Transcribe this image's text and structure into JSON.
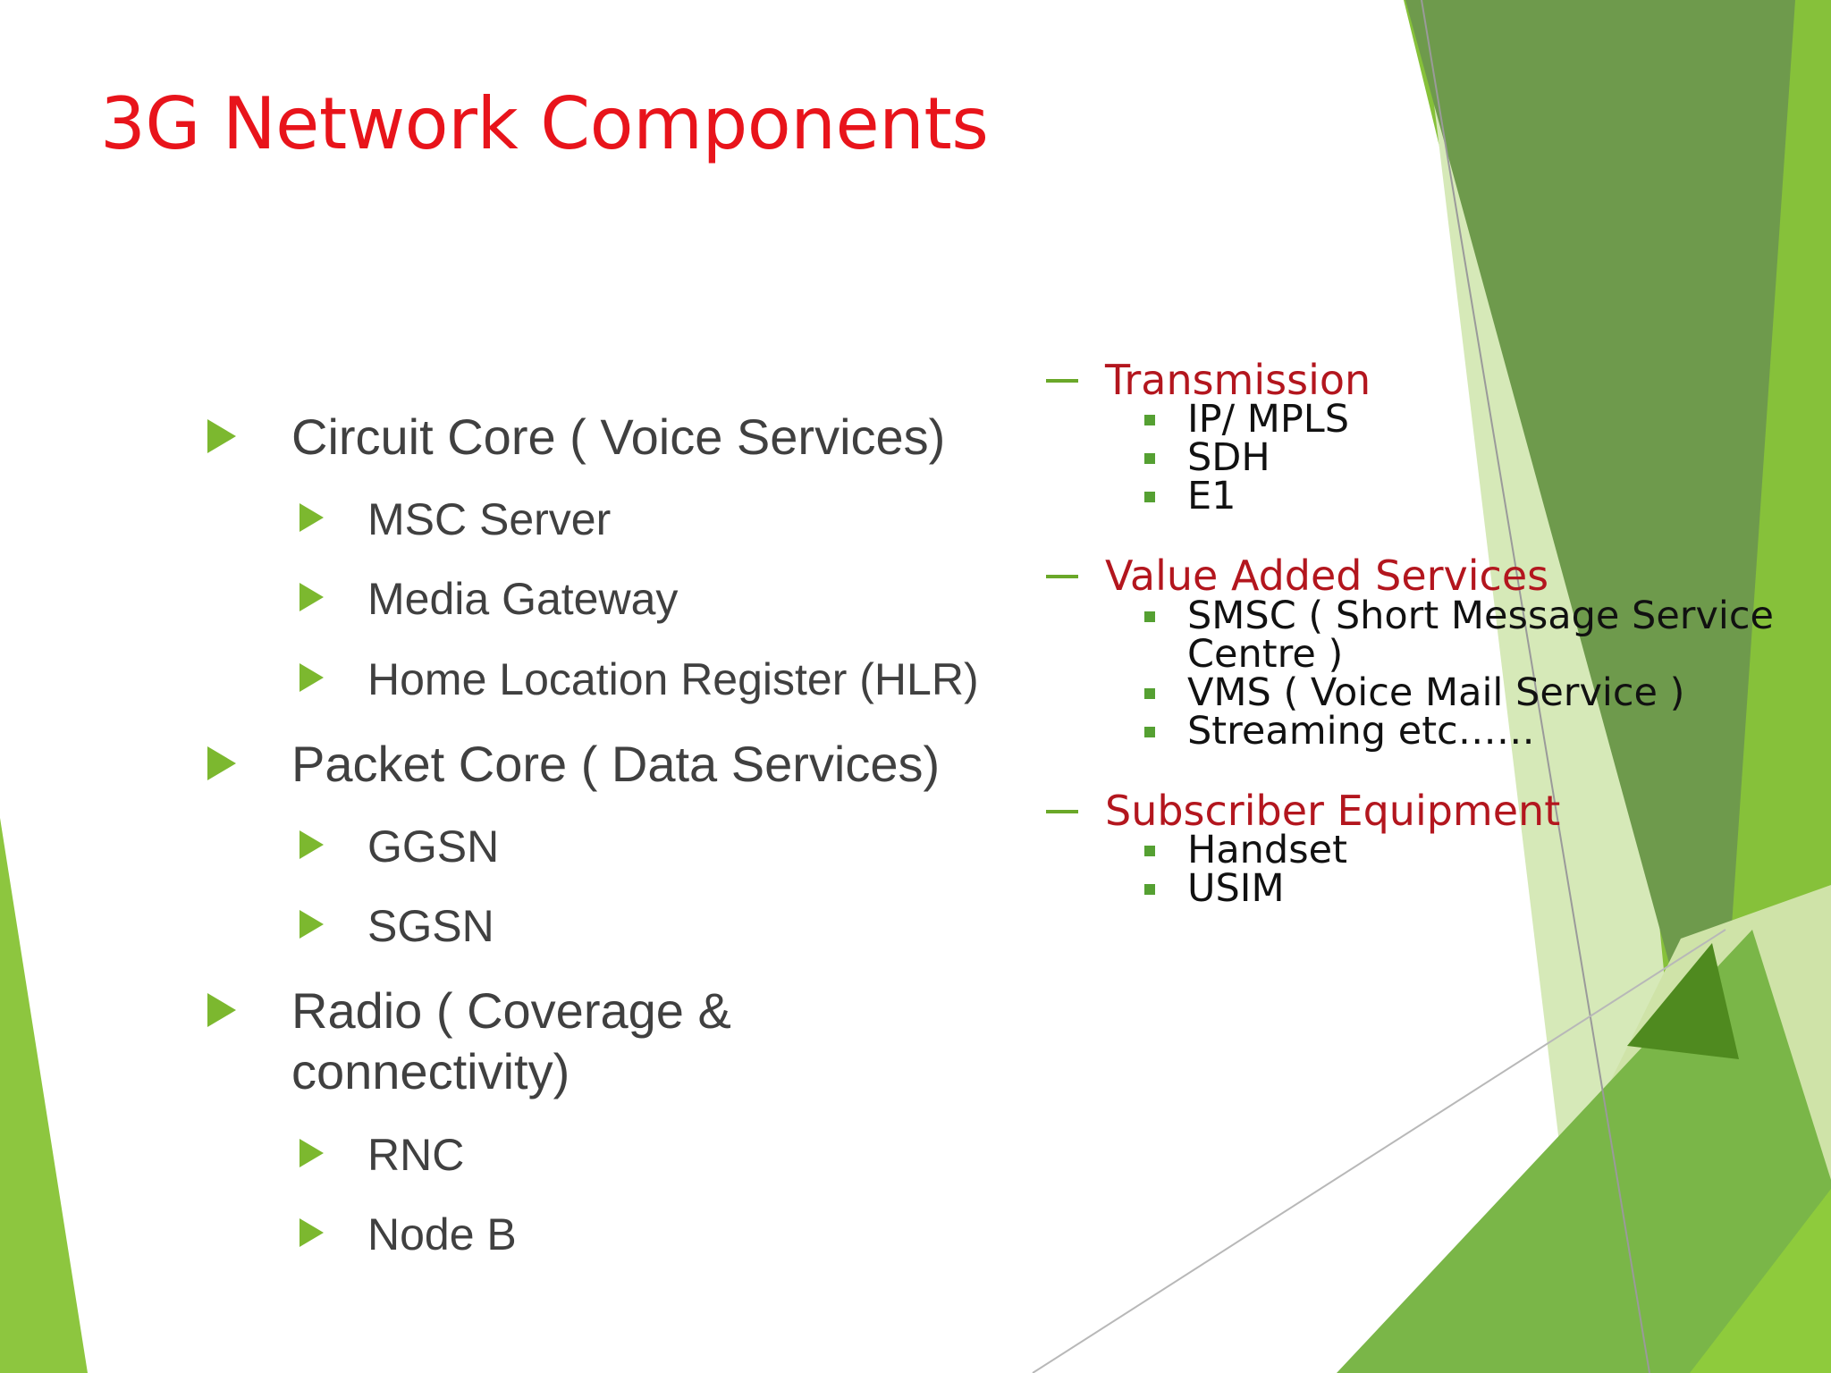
{
  "slide": {
    "title": "3G Network Components",
    "left_list": {
      "circuit_core": {
        "label": "Circuit Core  ( Voice Services)",
        "items": [
          "MSC Server",
          "Media Gateway",
          "Home Location Register (HLR)"
        ]
      },
      "packet_core": {
        "label": "Packet Core  ( Data Services)",
        "items": [
          "GGSN",
          "SGSN"
        ]
      },
      "radio": {
        "label_line1": "Radio   ( Coverage &",
        "label_line2": "connectivity)",
        "items": [
          "RNC",
          "Node B"
        ]
      }
    },
    "right_list": {
      "transmission": {
        "label": "Transmission",
        "items": [
          "IP/ MPLS",
          "SDH",
          "E1"
        ]
      },
      "value_added_services": {
        "label": "Value Added Services",
        "items": [
          "SMSC ( Short Message Service",
          "Centre )",
          "VMS ( Voice Mail Service )",
          "Streaming  etc……"
        ]
      },
      "subscriber_equipment": {
        "label": "Subscriber Equipment",
        "items": [
          "Handset",
          "USIM"
        ]
      }
    }
  },
  "colors": {
    "title": "#e8141b",
    "body_text": "#404040",
    "section_heading": "#b3161e",
    "accent_green": "#7cb82f",
    "dark_green": "#4f8a1f"
  }
}
